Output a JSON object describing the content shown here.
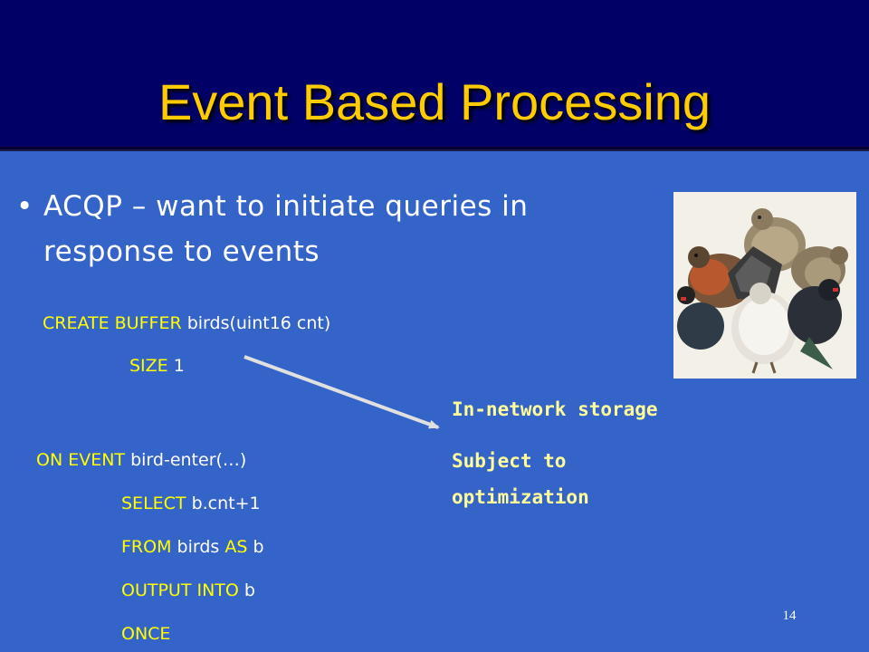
{
  "slide": {
    "title": "Event Based Processing",
    "bullet": {
      "marker": "•",
      "text": "ACQP – want to initiate queries in response to events"
    },
    "create_buffer": {
      "kw1": "CREATE BUFFER",
      "rest1": " birds(uint16 cnt)",
      "kw2": "SIZE",
      "rest2": " 1"
    },
    "on_event": {
      "line1_kw": "ON EVENT",
      "line1_rest": " bird-enter(…)",
      "line2_kw": "SELECT",
      "line2_rest": " b.cnt+1",
      "line3_kw1": "FROM",
      "line3_mid": " birds ",
      "line3_kw2": "AS",
      "line3_rest": " b",
      "line4_kw": "OUTPUT INTO",
      "line4_rest": " b",
      "line5_kw": "ONCE"
    },
    "notes": {
      "storage": "In-network storage",
      "optimization_line1": "Subject to",
      "optimization_line2": "optimization"
    },
    "image": {
      "icon": "birds-illustration"
    },
    "page_number": "14"
  },
  "colors": {
    "background": "#3564c9",
    "title_band": "#000066",
    "title_text": "#ffcc00",
    "keyword": "#ffff00",
    "note_text": "#ffff99",
    "arrow": "#e0e0e0"
  }
}
